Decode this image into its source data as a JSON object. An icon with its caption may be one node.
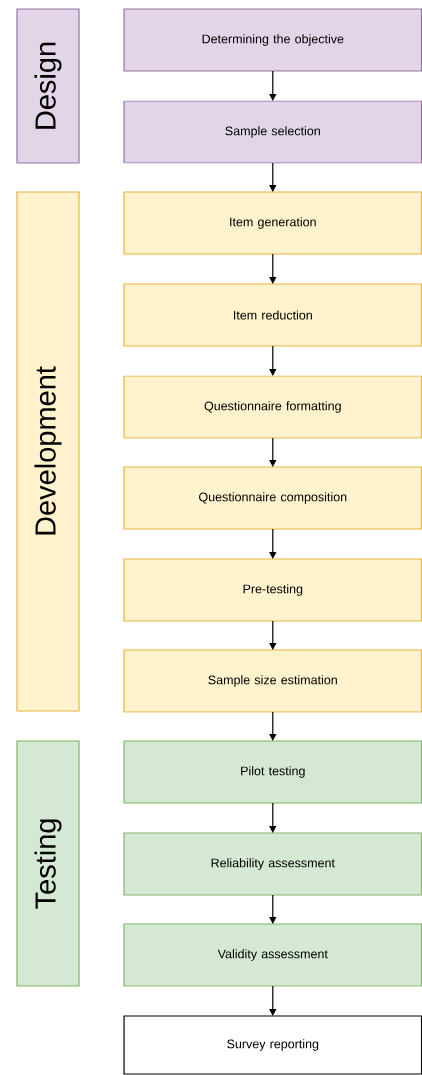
{
  "diagram": {
    "nodes": [
      {
        "text": [
          "Design"
        ]
      },
      {
        "text": [
          "Determining the objective"
        ]
      },
      {
        "text": [
          "Sample selection"
        ]
      },
      {
        "text": [
          "Development"
        ]
      },
      {
        "text": [
          "Item generation"
        ]
      },
      {
        "text": [
          "Item reduction"
        ]
      },
      {
        "text": [
          "Questionnaire formatting"
        ]
      },
      {
        "text": [
          "Questionnaire composition"
        ]
      },
      {
        "text": [
          "Pre-testing"
        ]
      },
      {
        "text": [
          "Sample size estimation"
        ]
      },
      {
        "text": [
          "Testing"
        ]
      },
      {
        "text": [
          "Pilot testing"
        ]
      },
      {
        "text": [
          "Reliability assessment"
        ]
      },
      {
        "text": [
          "Validity assessment"
        ]
      },
      {
        "text": [
          "Survey reporting"
        ]
      }
    ],
    "edges": [
      {
        "from": 1,
        "to": 2,
        "arrow": "to"
      },
      {
        "from": 2,
        "to": 4,
        "arrow": "to"
      },
      {
        "from": 4,
        "to": 5,
        "arrow": "to"
      },
      {
        "from": 5,
        "to": 6,
        "arrow": "to"
      },
      {
        "from": 6,
        "to": 7,
        "arrow": "to"
      },
      {
        "from": 7,
        "to": 8,
        "arrow": "to"
      },
      {
        "from": 8,
        "to": 9,
        "arrow": "to"
      },
      {
        "from": 9,
        "to": 11,
        "arrow": "to"
      },
      {
        "from": 11,
        "to": 12,
        "arrow": "to"
      },
      {
        "from": 12,
        "to": 13,
        "arrow": "to"
      },
      {
        "from": 13,
        "to": 14,
        "arrow": "to"
      }
    ]
  }
}
